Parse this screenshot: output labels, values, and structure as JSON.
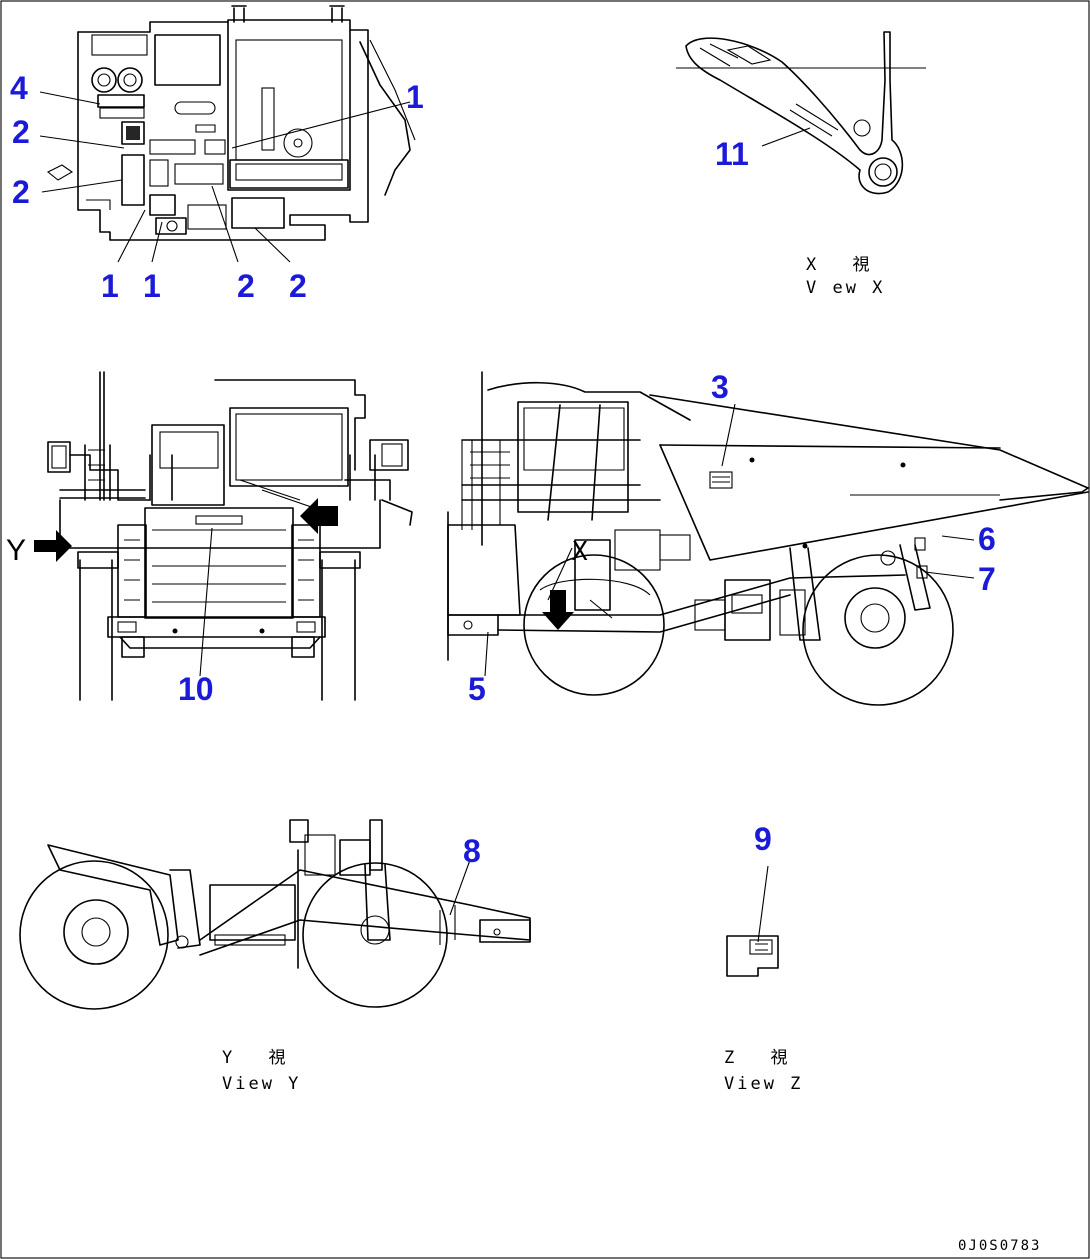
{
  "callouts": {
    "c1": "1",
    "c2": "2",
    "c3": "3",
    "c4": "4",
    "c5": "5",
    "c6": "6",
    "c7": "7",
    "c8": "8",
    "c9": "9",
    "c10": "10",
    "c11": "11"
  },
  "view_labels": {
    "x_jp": "X　 視",
    "x_en": "V ew X",
    "y_jp": "Y　 視",
    "y_en": "View Y",
    "z_jp": "Z　 視",
    "z_en": "View Z",
    "y_arrow": "Y"
  },
  "drawing_number": "0J0S0783"
}
